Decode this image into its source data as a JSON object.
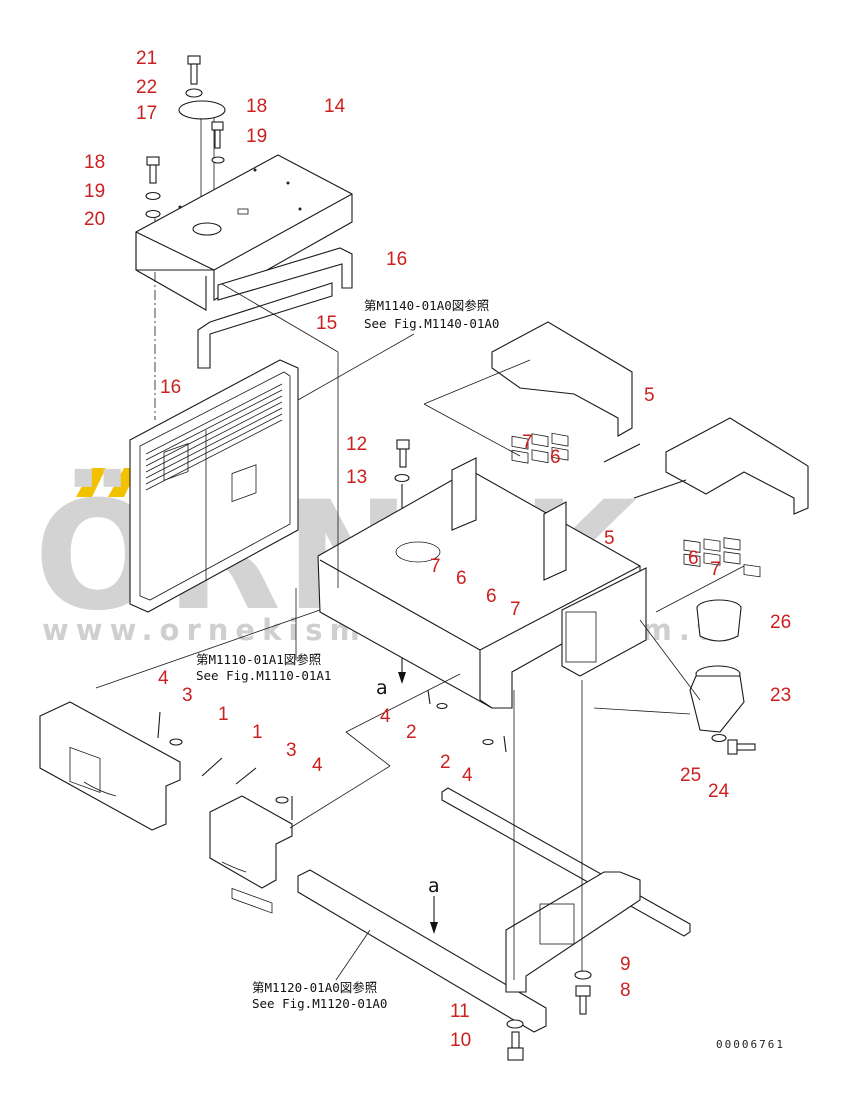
{
  "watermark": {
    "brand": "ÖRNEK",
    "url": "www.ornekismakinalari.com.tr",
    "accent_color": "#f2c200"
  },
  "callouts": [
    {
      "id": "c-21",
      "text": "21"
    },
    {
      "id": "c-22",
      "text": "22"
    },
    {
      "id": "c-17",
      "text": "17"
    },
    {
      "id": "c-18a",
      "text": "18"
    },
    {
      "id": "c-19a",
      "text": "19"
    },
    {
      "id": "c-14",
      "text": "14"
    },
    {
      "id": "c-18b",
      "text": "18"
    },
    {
      "id": "c-19b",
      "text": "19"
    },
    {
      "id": "c-20",
      "text": "20"
    },
    {
      "id": "c-16a",
      "text": "16"
    },
    {
      "id": "c-15",
      "text": "15"
    },
    {
      "id": "c-16b",
      "text": "16"
    },
    {
      "id": "c-5a",
      "text": "5"
    },
    {
      "id": "c-7a",
      "text": "7"
    },
    {
      "id": "c-6a",
      "text": "6"
    },
    {
      "id": "c-12",
      "text": "12"
    },
    {
      "id": "c-13",
      "text": "13"
    },
    {
      "id": "c-5b",
      "text": "5"
    },
    {
      "id": "c-7b",
      "text": "7"
    },
    {
      "id": "c-6b",
      "text": "6"
    },
    {
      "id": "c-6c",
      "text": "6"
    },
    {
      "id": "c-6d",
      "text": "6"
    },
    {
      "id": "c-7c",
      "text": "7"
    },
    {
      "id": "c-7d",
      "text": "7"
    },
    {
      "id": "c-26",
      "text": "26"
    },
    {
      "id": "c-23",
      "text": "23"
    },
    {
      "id": "c-4a",
      "text": "4"
    },
    {
      "id": "c-3a",
      "text": "3"
    },
    {
      "id": "c-1a",
      "text": "1"
    },
    {
      "id": "c-4b",
      "text": "4"
    },
    {
      "id": "c-2a",
      "text": "2"
    },
    {
      "id": "c-2b",
      "text": "2"
    },
    {
      "id": "c-4c",
      "text": "4"
    },
    {
      "id": "c-1b",
      "text": "1"
    },
    {
      "id": "c-3b",
      "text": "3"
    },
    {
      "id": "c-4d",
      "text": "4"
    },
    {
      "id": "c-25",
      "text": "25"
    },
    {
      "id": "c-24",
      "text": "24"
    },
    {
      "id": "c-9",
      "text": "9"
    },
    {
      "id": "c-8",
      "text": "8"
    },
    {
      "id": "c-11",
      "text": "11"
    },
    {
      "id": "c-10",
      "text": "10"
    }
  ],
  "references": {
    "m1140_jp": "第M1140-01A0図参照",
    "m1140_en": "See Fig.M1140-01A0",
    "m1110_jp": "第M1110-01A1図参照",
    "m1110_en": "See Fig.M1110-01A1",
    "m1120_jp": "第M1120-01A0図参照",
    "m1120_en": "See Fig.M1120-01A0"
  },
  "markers": {
    "a_upper": "a",
    "a_lower": "a"
  },
  "drawing_code": "00006761"
}
